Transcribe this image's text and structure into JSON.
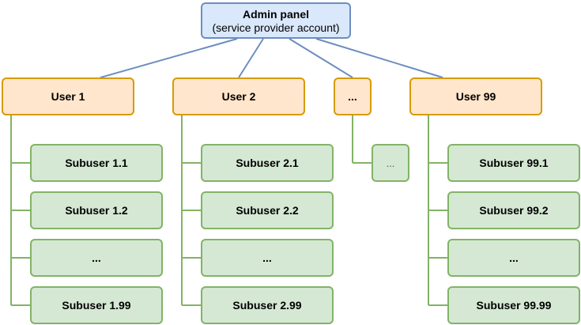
{
  "admin": {
    "title": "Admin panel",
    "subtitle": "(service provider account)"
  },
  "users": [
    {
      "label": "User 1",
      "subusers": [
        "Subuser 1.1",
        "Subuser 1.2",
        "...",
        "Subuser 1.99"
      ]
    },
    {
      "label": "User 2",
      "subusers": [
        "Subuser 2.1",
        "Subuser 2.2",
        "...",
        "Subuser 2.99"
      ]
    },
    {
      "label": "...",
      "subusers": [
        "..."
      ]
    },
    {
      "label": "User 99",
      "subusers": [
        "Subuser 99.1",
        "Subuser 99.2",
        "...",
        "Subuser 99.99"
      ]
    }
  ],
  "colors": {
    "admin_fill": "#dae8fc",
    "admin_stroke": "#6c8ebf",
    "user_fill": "#ffe6cc",
    "user_stroke": "#d79b00",
    "subuser_fill": "#d5e8d4",
    "subuser_stroke": "#82b366",
    "admin_connector": "#6c8ebf",
    "tree_connector": "#82b366"
  }
}
